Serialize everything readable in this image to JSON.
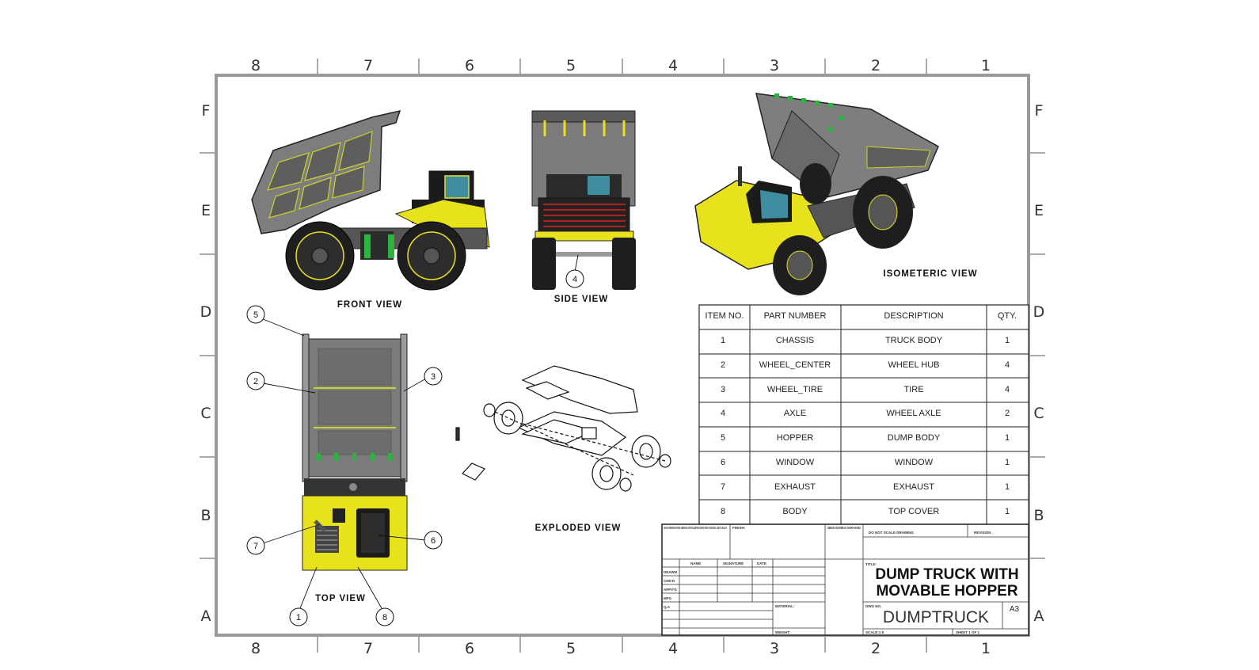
{
  "zones": {
    "columns": [
      "8",
      "7",
      "6",
      "5",
      "4",
      "3",
      "2",
      "1"
    ],
    "rows": [
      "F",
      "E",
      "D",
      "C",
      "B",
      "A"
    ]
  },
  "views": {
    "front": "FRONT VIEW",
    "side": "SIDE VIEW",
    "isometric": "ISOMETERIC VIEW",
    "top": "TOP VIEW",
    "exploded": "EXPLODED VIEW"
  },
  "balloons": [
    "1",
    "2",
    "3",
    "4",
    "5",
    "6",
    "7",
    "8"
  ],
  "bom": {
    "headers": [
      "ITEM NO.",
      "PART NUMBER",
      "DESCRIPTION",
      "QTY."
    ],
    "rows": [
      [
        "1",
        "CHASSIS",
        "TRUCK BODY",
        "1"
      ],
      [
        "2",
        "WHEEL_CENTER",
        "WHEEL HUB",
        "4"
      ],
      [
        "3",
        "WHEEL_TIRE",
        "TIRE",
        "4"
      ],
      [
        "4",
        "AXLE",
        "WHEEL AXLE",
        "2"
      ],
      [
        "5",
        "HOPPER",
        "DUMP BODY",
        "1"
      ],
      [
        "6",
        "WINDOW",
        "WINDOW",
        "1"
      ],
      [
        "7",
        "EXHAUST",
        "EXHAUST",
        "1"
      ],
      [
        "8",
        "BODY",
        "TOP COVER",
        "1"
      ]
    ]
  },
  "title_block": {
    "unless_specified": "UNLESS OTHERWISE SPECIFIED: DIMENSIONS ARE IN MILLIMETERS SURFACE FINISH: TOLERANCES: LINEAR: ANGULAR:",
    "finish": "FINISH:",
    "deburr": "DEBUR AND BREAK SHARP EDGES",
    "do_not_scale": "DO NOT SCALE DRAWING",
    "revision": "REVISION",
    "title_label": "TITLE:",
    "cols": [
      "NAME",
      "SIGNATURE",
      "DATE"
    ],
    "rows": [
      "DRAWN",
      "CHK'D",
      "APPV'D",
      "MFG",
      "Q.A"
    ],
    "material": "MATERIAL:",
    "weight": "WEIGHT:",
    "dwg_no_label": "DWG NO.",
    "scale": "SCALE:1:5",
    "sheet": "SHEET 1 OF 1",
    "title_line1": "DUMP TRUCK WITH",
    "title_line2": "MOVABLE HOPPER",
    "drawing_number": "DUMPTRUCK",
    "size": "A3"
  },
  "colors": {
    "yellow": "#e8e21c",
    "gray_body": "#8a8a8a",
    "dark": "#1a1a1a",
    "green_accent": "#2bb540",
    "red_grille": "#b02020"
  }
}
